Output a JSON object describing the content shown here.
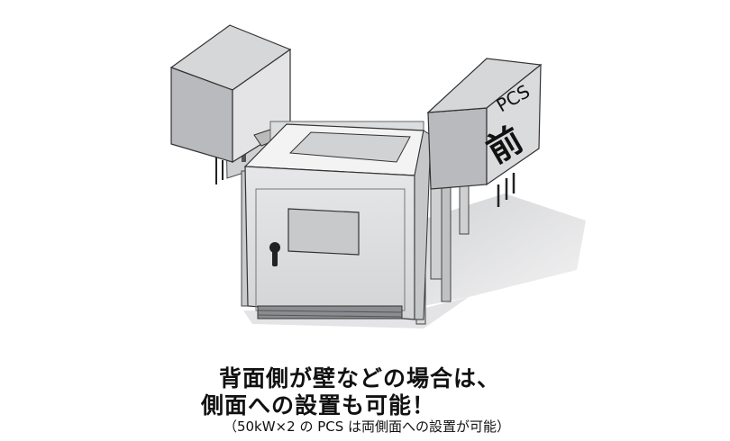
{
  "pcs_label_top": "PCS",
  "pcs_label_bottom": "前",
  "caption": {
    "line1": "背面側が壁などの場合は、",
    "line2": "側面への設置も可能！",
    "line3": "（50kW×2 の PCS は両側面への設置が可能）"
  },
  "colors": {
    "pcs_box_front": "#b9babd",
    "pcs_box_top": "#d6d7d9",
    "cabinet_front": "#e2e3e5",
    "shadow": "#cfd0d2",
    "text": "#111111"
  }
}
